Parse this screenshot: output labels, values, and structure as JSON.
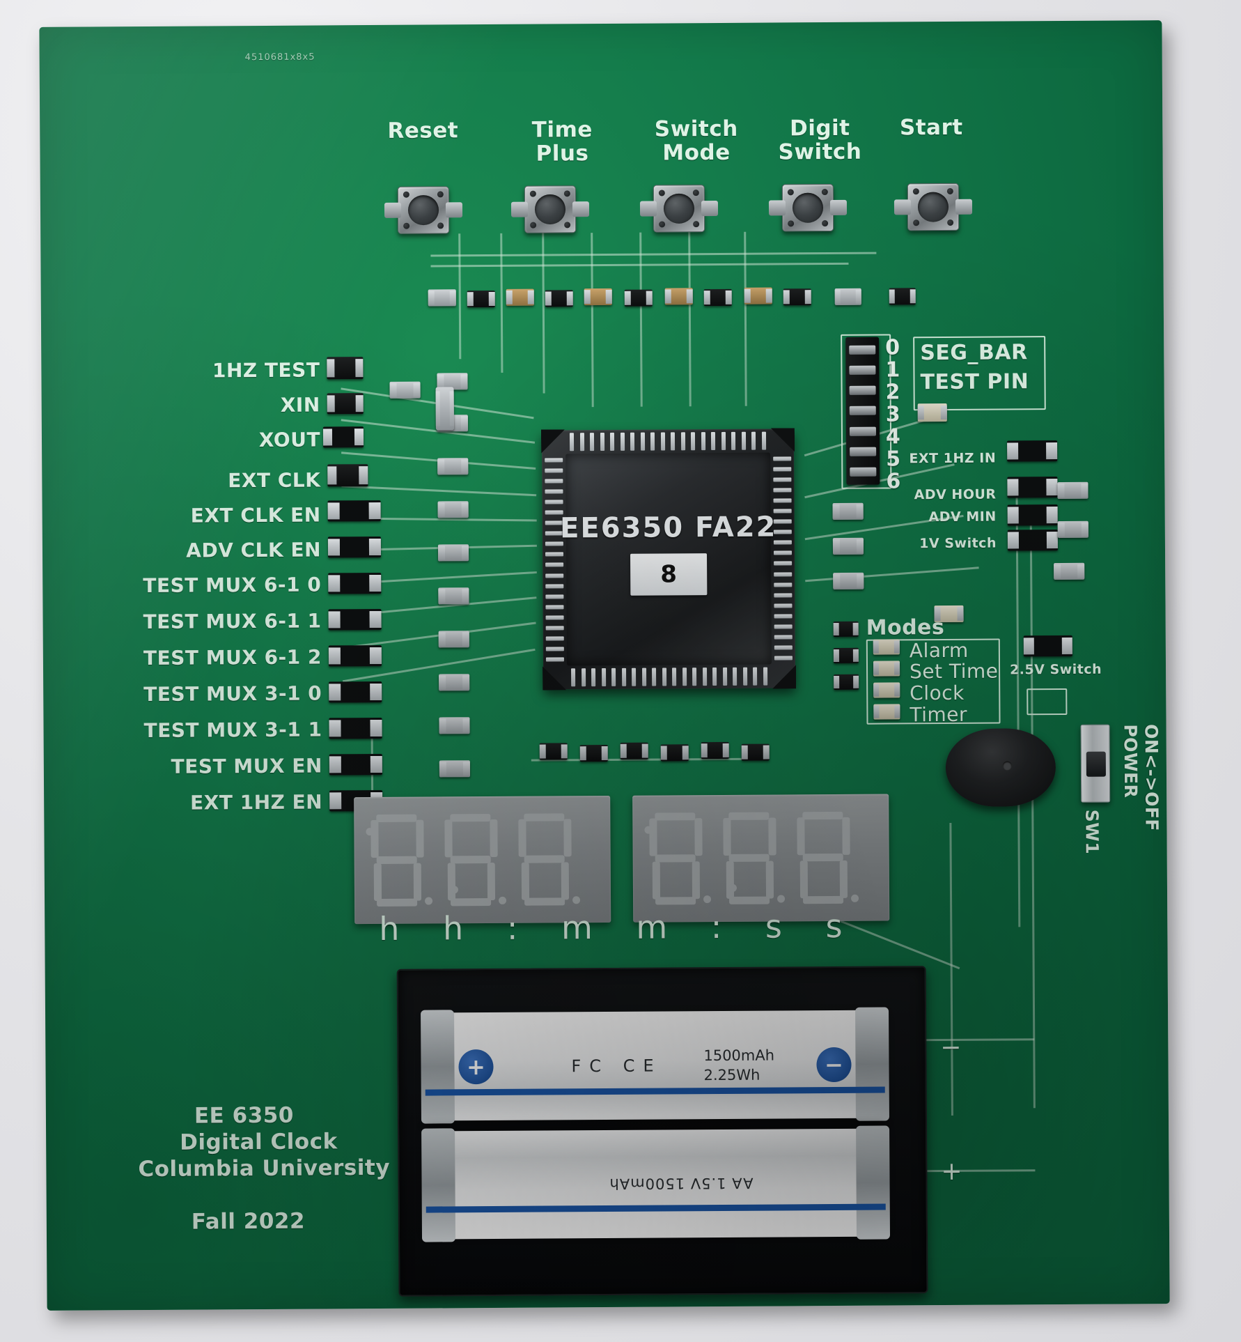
{
  "board": {
    "title_block": {
      "course": "EE 6350",
      "project": "Digital Clock",
      "institution": "Columbia University",
      "term": "Fall 2022"
    },
    "top_marking": "4510681x8x5",
    "colors": {
      "soldermask_green": "#13794a",
      "silkscreen_white": "#dff3e6",
      "chip_black": "#26292b",
      "display_grey": "#9ba0a2",
      "battery_blue": "#1a56a8"
    }
  },
  "buttons": [
    {
      "label": "Reset",
      "name": "reset"
    },
    {
      "label": "Time\nPlus",
      "name": "time-plus"
    },
    {
      "label": "Switch\nMode",
      "name": "switch-mode"
    },
    {
      "label": "Digit\nSwitch",
      "name": "digit-switch"
    },
    {
      "label": "Start",
      "name": "start"
    }
  ],
  "left_test_points": [
    "1HZ TEST",
    "XIN",
    "XOUT",
    "EXT CLK",
    "EXT CLK EN",
    "ADV CLK EN",
    "TEST MUX 6-1 0",
    "TEST MUX 6-1 1",
    "TEST MUX 6-1 2",
    "TEST MUX 3-1 0",
    "TEST MUX 3-1 1",
    "TEST MUX EN",
    "EXT 1HZ EN"
  ],
  "chip": {
    "marking": "EE6350 FA22",
    "sticker": "8"
  },
  "seg_bar": {
    "title_line1": "SEG_BAR",
    "title_line2": "TEST PIN",
    "pin_numbers": [
      "0",
      "1",
      "2",
      "3",
      "4",
      "5",
      "6"
    ]
  },
  "right_jumpers": [
    "EXT 1HZ IN",
    "ADV HOUR",
    "ADV MIN",
    "1V Switch"
  ],
  "modes": {
    "heading": "Modes",
    "items": [
      "Alarm",
      "Set Time",
      "Clock",
      "Timer"
    ]
  },
  "switch_2v5_label": "2.5V Switch",
  "power": {
    "label_line1": "POWER",
    "label_line2": "ON<->OFF",
    "ref": "SW1"
  },
  "display": {
    "digits": [
      "8",
      "8",
      "8",
      "8",
      "8",
      "8"
    ],
    "caption": "h h : m m : s s"
  },
  "battery": {
    "capacity": "1500mAh",
    "energy": "2.25Wh",
    "marks": "FC  CE",
    "bottom_cell_text": "AA 1.5V 1500mAh",
    "polarity_plus": "+",
    "polarity_minus": "−",
    "board_plus": "+",
    "board_minus": "−"
  }
}
